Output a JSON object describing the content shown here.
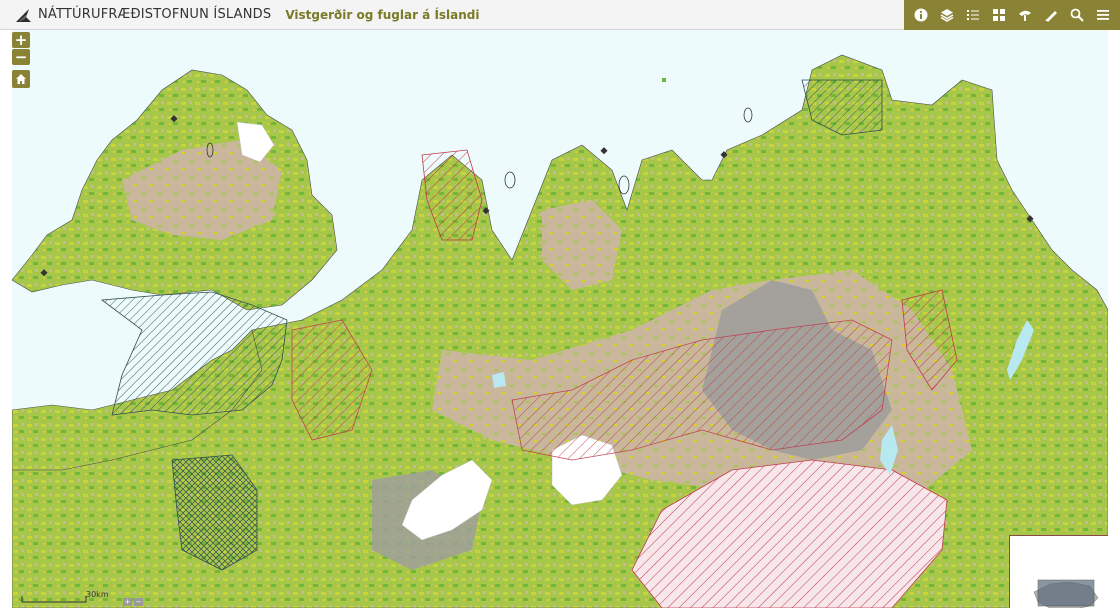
{
  "header": {
    "org_name": "NÁTTÚRUFRÆÐISTOFNUN ÍSLANDS",
    "map_title": "Vistgerðir og fuglar á Íslandi"
  },
  "toolbar": {
    "tools": [
      "info-icon",
      "layers-icon",
      "legend-icon",
      "basemap-gallery-icon",
      "print-icon",
      "measure-icon",
      "search-icon",
      "menu-icon"
    ]
  },
  "map_controls": {
    "zoom_in": "+",
    "zoom_out": "−",
    "scale_label": "30km",
    "mini_controls": [
      "+",
      "−"
    ]
  },
  "colors": {
    "accent": "#8a8335",
    "sea": "#eefbfd",
    "land_tan": "#c9b79c",
    "vegetation_green": "#8cc63f",
    "vegetation_yellow": "#d6d229",
    "glacier": "#ffffff",
    "lava_grey": "#9e9e9e",
    "protected_hatch_red": "#c0394b",
    "protected_hatch_dark": "#2f4f4f"
  }
}
